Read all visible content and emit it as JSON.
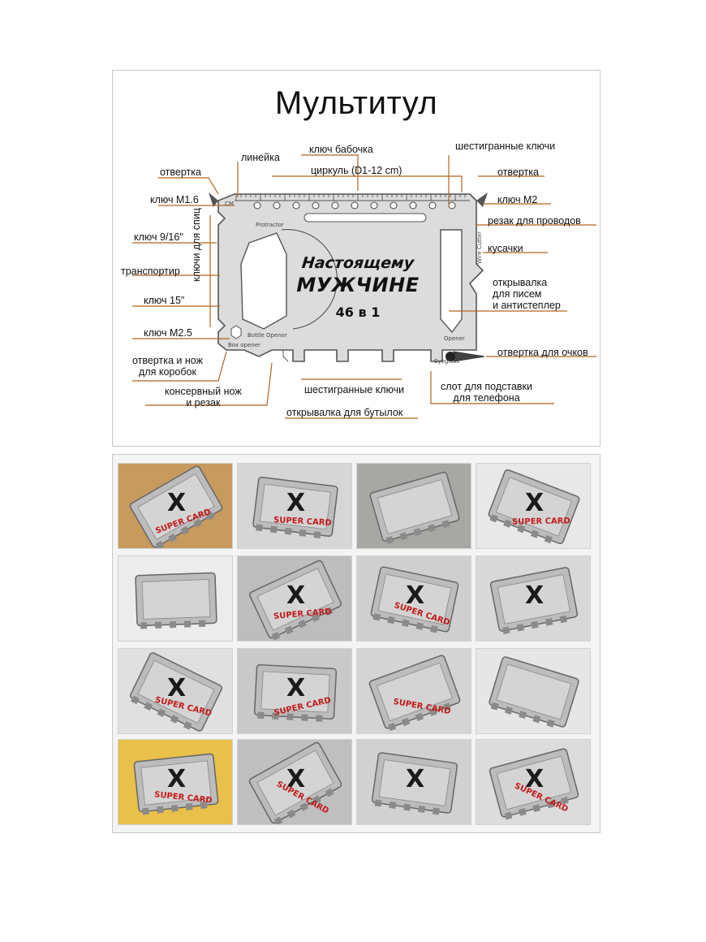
{
  "diagram": {
    "title": "Мультитул",
    "card": {
      "line1": "Настоящему",
      "line2": "МУЖЧИНЕ",
      "line3": "46 в 1",
      "engraved": [
        "CM",
        "Protractor",
        "Bottle Opener",
        "Box opener",
        "Eyeglass",
        "Opener",
        "Wire Cutter"
      ]
    },
    "labels": {
      "otvertka_left": "отвертка",
      "kluch_m16": "ключ М1.6",
      "kluch_916": "ключ 9/16\"",
      "klyuchi_dlya_spits": "ключи для спиц",
      "transportir": "транспортир",
      "kluch_15": "ключ 15\"",
      "kluch_m25": "ключ М2.5",
      "otvertka_nozh": "отвертка и нож\nдля коробок",
      "konservny": "консервный нож\nи резак",
      "lineyka": "линейка",
      "kluch_babochka": "ключ бабочка",
      "tsirkul": "циркуль (D1-12 cm)",
      "shestigran_top": "шестигранные ключи",
      "otvertka_right": "отвертка",
      "kluch_m2": "ключ М2",
      "rezak": "резак для проводов",
      "kusachki": "кусачки",
      "otkryvalka_pisem": "открывалка\nдля писем\nи антистеплер",
      "otvertka_ochkov": "отвертка для очков",
      "slot": "слот для подставки\nдля телефона",
      "shestigran_bottom": "шестигранные ключи",
      "otkryvalka_butylok": "открывалка для бутылок"
    },
    "colors": {
      "leader": "#b5651d",
      "card": "#d9d9d9",
      "card_edge": "#555555"
    }
  },
  "photos": {
    "brand": "SUPER CARD",
    "mark": "X",
    "tiles": [
      {
        "name": "photo-card-on-wood",
        "bg": "#c79a5e",
        "mark": true,
        "brand": true
      },
      {
        "name": "photo-card-closeup-top",
        "bg": "#d6d6d6",
        "mark": true,
        "brand": true
      },
      {
        "name": "photo-card-bicycle",
        "bg": "#a7a8a4",
        "mark": false,
        "brand": false
      },
      {
        "name": "photo-card-wire-cut",
        "bg": "#e8e8e8",
        "mark": true,
        "brand": true
      },
      {
        "name": "photo-phone-stand",
        "bg": "#ececec",
        "mark": false,
        "brand": false
      },
      {
        "name": "photo-can-opener",
        "bg": "#bdbdbd",
        "mark": true,
        "brand": true
      },
      {
        "name": "photo-card-diagonal",
        "bg": "#cfcfcf",
        "mark": true,
        "brand": true
      },
      {
        "name": "photo-card-red-knife",
        "bg": "#d8d8d8",
        "mark": true,
        "brand": false
      },
      {
        "name": "photo-card-stand",
        "bg": "#e0e0e0",
        "mark": true,
        "brand": true
      },
      {
        "name": "photo-screwdriver-pen",
        "bg": "#c9c9c9",
        "mark": true,
        "brand": true
      },
      {
        "name": "photo-bike-frame",
        "bg": "#d4d4d4",
        "mark": false,
        "brand": true
      },
      {
        "name": "photo-earphones",
        "bg": "#e6e6e6",
        "mark": false,
        "brand": false
      },
      {
        "name": "photo-card-yellow",
        "bg": "#e8c04a",
        "mark": true,
        "brand": true
      },
      {
        "name": "photo-bottle-opener",
        "bg": "#bfbfbf",
        "mark": true,
        "brand": true
      },
      {
        "name": "photo-wire-cutter",
        "bg": "#d1d1d1",
        "mark": true,
        "brand": false
      },
      {
        "name": "photo-card-corner",
        "bg": "#dcdcdc",
        "mark": true,
        "brand": true
      }
    ]
  }
}
